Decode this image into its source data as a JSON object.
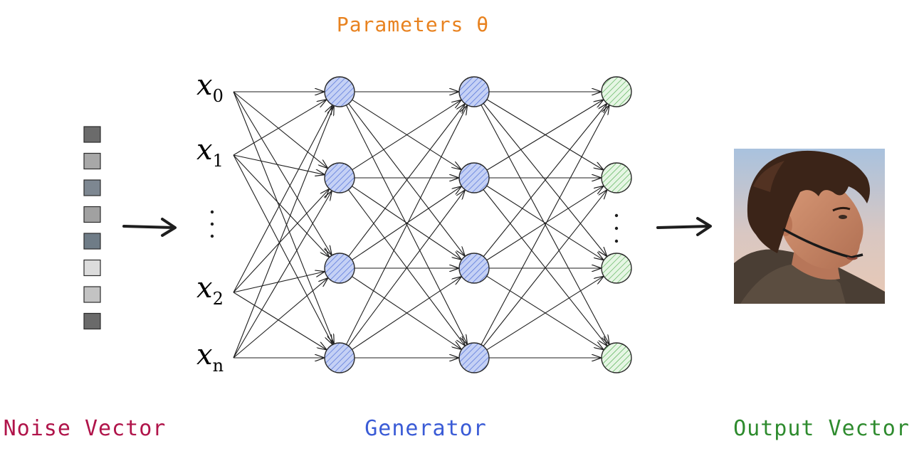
{
  "title": "Parameters θ",
  "captions": {
    "noise": "Noise Vector",
    "generator": "Generator",
    "output": "Output Vector"
  },
  "inputs": [
    {
      "var": "x",
      "sub": "0"
    },
    {
      "var": "x",
      "sub": "1"
    },
    {
      "var": "x",
      "sub": "2"
    },
    {
      "var": "x",
      "sub": "n"
    }
  ],
  "noise_vector_cells": 8,
  "hidden_layers": 2,
  "hidden_nodes_per_layer": 4,
  "output_nodes": 4,
  "colors": {
    "title": "#e8821f",
    "noise_caption": "#b0144a",
    "generator_caption": "#3a5bd6",
    "output_caption": "#2e8b2e",
    "hidden_node_fill": "#c5d1f5",
    "hidden_node_hatch": "#4f6fd8",
    "output_node_fill": "#cdeccc",
    "output_node_hatch": "#45a845",
    "noise_cell_colors": [
      "#6b6b6b",
      "#a8a8a8",
      "#7d8791",
      "#a1a1a1",
      "#6f7c87",
      "#dcdcdc",
      "#c3c3c3",
      "#6a6a6a"
    ],
    "edge": "#1e1e1e"
  },
  "icons": {
    "output_image": "portrait-photo-icon",
    "arrow": "right-arrow-icon"
  }
}
